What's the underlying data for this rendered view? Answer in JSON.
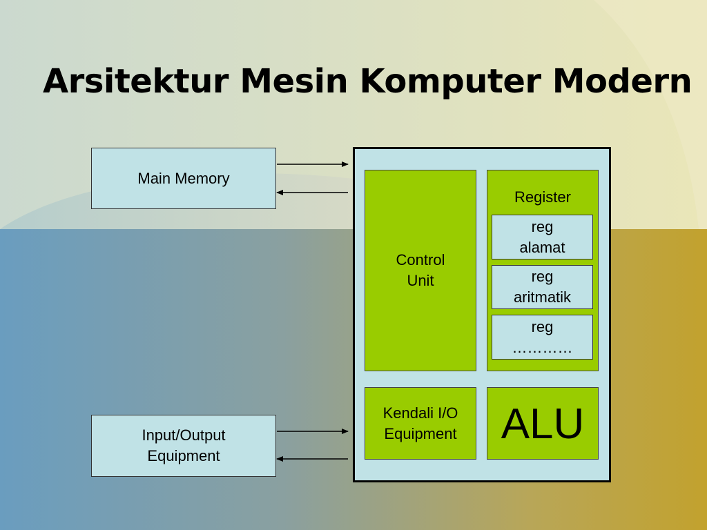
{
  "slide": {
    "title": "Arsitektur Mesin Komputer Modern"
  },
  "colors": {
    "block_fill": "#c0e2e6",
    "unit_fill": "#99cc00",
    "bg_top": "#dedfc2",
    "bg_bottom_left": "#6fa0c0",
    "bg_bottom_right": "#c0a030"
  },
  "diagram": {
    "main_memory": "Main Memory",
    "io_equipment": {
      "line1": "Input/Output",
      "line2": "Equipment"
    },
    "control_unit": {
      "line1": "Control",
      "line2": "Unit"
    },
    "register": {
      "label": "Register",
      "items": [
        {
          "line1": "reg",
          "line2": "alamat"
        },
        {
          "line1": "reg",
          "line2": "aritmatik"
        },
        {
          "line1": "reg",
          "line2": "…………"
        }
      ]
    },
    "io_control": {
      "line1": "Kendali I/O",
      "line2": "Equipment"
    },
    "alu": "ALU"
  }
}
